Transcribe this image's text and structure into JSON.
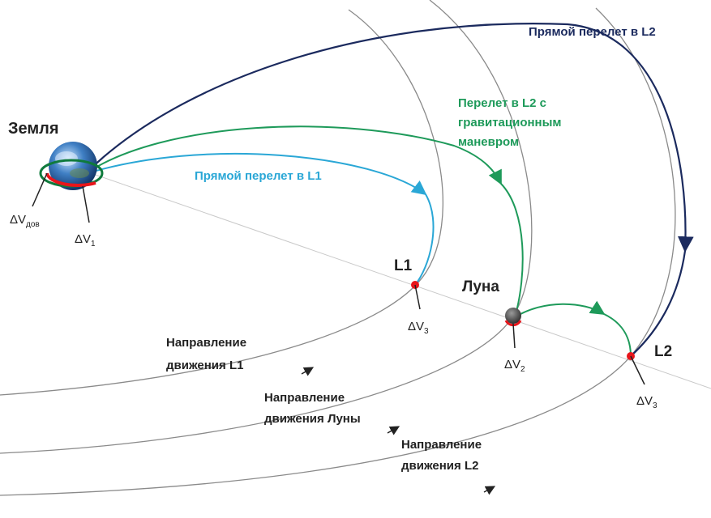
{
  "colors": {
    "l2_direct": "#1b2a5e",
    "l2_gravity": "#1e9a5a",
    "l1_direct": "#2aa7d6",
    "orbit": "#8a8a8a",
    "point": "#e8151b",
    "text_dark": "#222222",
    "earth": "earth-globe",
    "moon": "moon-sphere"
  },
  "labels": {
    "earth": "Земля",
    "moon": "Луна",
    "l1": "L1",
    "l2": "L2",
    "direct_l2": "Прямой перелет в L2",
    "gravity_l2": [
      "Перелет в L2 с",
      "гравитационным",
      "маневром"
    ],
    "direct_l1": "Прямой перелет в L1",
    "dir_l1": [
      "Направление",
      "движения  L1"
    ],
    "dir_moon": [
      "Направление",
      "движения  Луны"
    ],
    "dir_l2": [
      "Направление",
      "движения  L2"
    ]
  },
  "delta_v": {
    "symbol": "ΔV",
    "dov_sub": "дов",
    "one_sub": "1",
    "two_sub": "2",
    "three_sub": "3"
  }
}
